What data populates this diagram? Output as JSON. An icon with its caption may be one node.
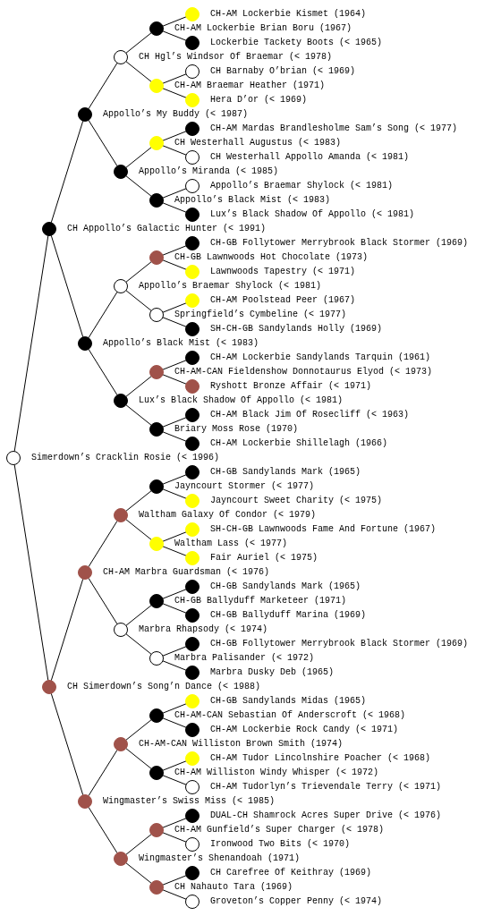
{
  "diagram": {
    "nodes": [
      {
        "text": [
          "CH-AM Lockerbie Kismet (1964)"
        ]
      },
      {
        "text": [
          "CH-AM Lockerbie Brian Boru (1967)"
        ]
      },
      {
        "text": [
          "Lockerbie Tackety Boots (< 1965)"
        ]
      },
      {
        "text": [
          "CH Hgl’s Windsor Of Braemar (< 1978)"
        ]
      },
      {
        "text": [
          "CH Barnaby O’brian (< 1969)"
        ]
      },
      {
        "text": [
          "CH-AM Braemar Heather (1971)"
        ]
      },
      {
        "text": [
          "Hera D’or (< 1969)"
        ]
      },
      {
        "text": [
          "Appollo’s My Buddy (< 1987)"
        ]
      },
      {
        "text": [
          "CH-AM Mardas Brandlesholme Sam’s Song (< 1977)"
        ]
      },
      {
        "text": [
          "CH Westerhall Augustus (< 1983)"
        ]
      },
      {
        "text": [
          "CH Westerhall Appollo Amanda (< 1981)"
        ]
      },
      {
        "text": [
          "Appollo’s Miranda (< 1985)"
        ]
      },
      {
        "text": [
          "Appollo’s Braemar Shylock (< 1981)"
        ]
      },
      {
        "text": [
          "Appollo’s Black Mist (< 1983)"
        ]
      },
      {
        "text": [
          "Lux’s Black Shadow Of Appollo (< 1981)"
        ]
      },
      {
        "text": [
          "CH Appollo’s Galactic Hunter (< 1991)"
        ]
      },
      {
        "text": [
          "CH-GB Follytower Merrybrook Black Stormer (1969)"
        ]
      },
      {
        "text": [
          "CH-GB Lawnwoods Hot Chocolate (1973)"
        ]
      },
      {
        "text": [
          "Lawnwoods Tapestry (< 1971)"
        ]
      },
      {
        "text": [
          "Appollo’s Braemar Shylock (< 1981)"
        ]
      },
      {
        "text": [
          "CH-AM Poolstead Peer (1967)"
        ]
      },
      {
        "text": [
          "Springfield’s Cymbeline (< 1977)"
        ]
      },
      {
        "text": [
          "SH-CH-GB Sandylands Holly (1969)"
        ]
      },
      {
        "text": [
          "Appollo’s Black Mist (< 1983)"
        ]
      },
      {
        "text": [
          "CH-AM Lockerbie Sandylands Tarquin (1961)"
        ]
      },
      {
        "text": [
          "CH-AM-CAN Fieldenshow Donnotaurus Elyod (< 1973)"
        ]
      },
      {
        "text": [
          "Ryshott Bronze Affair (< 1971)"
        ]
      },
      {
        "text": [
          "Lux’s Black Shadow Of Appollo (< 1981)"
        ]
      },
      {
        "text": [
          "CH-AM Black Jim Of Rosecliff (< 1963)"
        ]
      },
      {
        "text": [
          "Briary Moss Rose (1970)"
        ]
      },
      {
        "text": [
          "CH-AM Lockerbie Shillelagh (1966)"
        ]
      },
      {
        "text": [
          "Simerdown’s Cracklin Rosie (< 1996)"
        ]
      },
      {
        "text": [
          "CH-GB Sandylands Mark (1965)"
        ]
      },
      {
        "text": [
          "Jayncourt Stormer (< 1977)"
        ]
      },
      {
        "text": [
          "Jayncourt Sweet Charity (< 1975)"
        ]
      },
      {
        "text": [
          "Waltham Galaxy Of Condor (< 1979)"
        ]
      },
      {
        "text": [
          "SH-CH-GB Lawnwoods Fame And Fortune (1967)"
        ]
      },
      {
        "text": [
          "Waltham Lass (< 1977)"
        ]
      },
      {
        "text": [
          "Fair Auriel (< 1975)"
        ]
      },
      {
        "text": [
          "CH-AM Marbra Guardsman (< 1976)"
        ]
      },
      {
        "text": [
          "CH-GB Sandylands Mark (1965)"
        ]
      },
      {
        "text": [
          "CH-GB Ballyduff Marketeer (1971)"
        ]
      },
      {
        "text": [
          "CH-GB Ballyduff Marina (1969)"
        ]
      },
      {
        "text": [
          "Marbra Rhapsody (< 1974)"
        ]
      },
      {
        "text": [
          "CH-GB Follytower Merrybrook Black Stormer (1969)"
        ]
      },
      {
        "text": [
          "Marbra Palisander (< 1972)"
        ]
      },
      {
        "text": [
          "Marbra Dusky Deb (1965)"
        ]
      },
      {
        "text": [
          "CH Simerdown’s Song’n Dance (< 1988)"
        ]
      },
      {
        "text": [
          "CH-GB Sandylands Midas (1965)"
        ]
      },
      {
        "text": [
          "CH-AM-CAN Sebastian Of Anderscroft (< 1968)"
        ]
      },
      {
        "text": [
          "CH-AM Lockerbie Rock Candy (< 1971)"
        ]
      },
      {
        "text": [
          "CH-AM-CAN Williston Brown Smith (1974)"
        ]
      },
      {
        "text": [
          "CH-AM Tudor Lincolnshire Poacher (< 1968)"
        ]
      },
      {
        "text": [
          "CH-AM Williston Windy Whisper (< 1972)"
        ]
      },
      {
        "text": [
          "CH-AM Tudorlyn’s Trievendale Terry (< 1971)"
        ]
      },
      {
        "text": [
          "Wingmaster’s Swiss Miss (< 1985)"
        ]
      },
      {
        "text": [
          "DUAL-CH Shamrock Acres Super Drive (< 1976)"
        ]
      },
      {
        "text": [
          "CH-AM Gunfield’s Super Charger (< 1978)"
        ]
      },
      {
        "text": [
          "Ironwood Two Bits (< 1970)"
        ]
      },
      {
        "text": [
          "Wingmaster’s Shenandoah (1971)"
        ]
      },
      {
        "text": [
          "CH Carefree Of Keithray (1969)"
        ]
      },
      {
        "text": [
          "CH Nahauto Tara (1969)"
        ]
      },
      {
        "text": [
          "Groveton’s Copper Penny (< 1974)"
        ]
      }
    ],
    "edges": [
      {
        "from": 1,
        "to": 0,
        "arrow": "none"
      },
      {
        "from": 3,
        "to": 1,
        "arrow": "none"
      },
      {
        "from": 1,
        "to": 2,
        "arrow": "none"
      },
      {
        "from": 7,
        "to": 3,
        "arrow": "none"
      },
      {
        "from": 5,
        "to": 4,
        "arrow": "none"
      },
      {
        "from": 3,
        "to": 5,
        "arrow": "none"
      },
      {
        "from": 5,
        "to": 6,
        "arrow": "none"
      },
      {
        "from": 15,
        "to": 7,
        "arrow": "none"
      },
      {
        "from": 9,
        "to": 8,
        "arrow": "none"
      },
      {
        "from": 11,
        "to": 9,
        "arrow": "none"
      },
      {
        "from": 9,
        "to": 10,
        "arrow": "none"
      },
      {
        "from": 7,
        "to": 11,
        "arrow": "none"
      },
      {
        "from": 13,
        "to": 12,
        "arrow": "none"
      },
      {
        "from": 11,
        "to": 13,
        "arrow": "none"
      },
      {
        "from": 13,
        "to": 14,
        "arrow": "none"
      },
      {
        "from": 31,
        "to": 15,
        "arrow": "none"
      },
      {
        "from": 17,
        "to": 16,
        "arrow": "none"
      },
      {
        "from": 19,
        "to": 17,
        "arrow": "none"
      },
      {
        "from": 17,
        "to": 18,
        "arrow": "none"
      },
      {
        "from": 23,
        "to": 19,
        "arrow": "none"
      },
      {
        "from": 21,
        "to": 20,
        "arrow": "none"
      },
      {
        "from": 19,
        "to": 21,
        "arrow": "none"
      },
      {
        "from": 21,
        "to": 22,
        "arrow": "none"
      },
      {
        "from": 15,
        "to": 23,
        "arrow": "none"
      },
      {
        "from": 25,
        "to": 24,
        "arrow": "none"
      },
      {
        "from": 27,
        "to": 25,
        "arrow": "none"
      },
      {
        "from": 25,
        "to": 26,
        "arrow": "none"
      },
      {
        "from": 23,
        "to": 27,
        "arrow": "none"
      },
      {
        "from": 29,
        "to": 28,
        "arrow": "none"
      },
      {
        "from": 27,
        "to": 29,
        "arrow": "none"
      },
      {
        "from": 29,
        "to": 30,
        "arrow": "none"
      },
      {
        "from": 33,
        "to": 32,
        "arrow": "none"
      },
      {
        "from": 35,
        "to": 33,
        "arrow": "none"
      },
      {
        "from": 33,
        "to": 34,
        "arrow": "none"
      },
      {
        "from": 39,
        "to": 35,
        "arrow": "none"
      },
      {
        "from": 37,
        "to": 36,
        "arrow": "none"
      },
      {
        "from": 35,
        "to": 37,
        "arrow": "none"
      },
      {
        "from": 37,
        "to": 38,
        "arrow": "none"
      },
      {
        "from": 47,
        "to": 39,
        "arrow": "none"
      },
      {
        "from": 41,
        "to": 40,
        "arrow": "none"
      },
      {
        "from": 43,
        "to": 41,
        "arrow": "none"
      },
      {
        "from": 41,
        "to": 42,
        "arrow": "none"
      },
      {
        "from": 39,
        "to": 43,
        "arrow": "none"
      },
      {
        "from": 45,
        "to": 44,
        "arrow": "none"
      },
      {
        "from": 43,
        "to": 45,
        "arrow": "none"
      },
      {
        "from": 45,
        "to": 46,
        "arrow": "none"
      },
      {
        "from": 31,
        "to": 47,
        "arrow": "none"
      },
      {
        "from": 49,
        "to": 48,
        "arrow": "none"
      },
      {
        "from": 51,
        "to": 49,
        "arrow": "none"
      },
      {
        "from": 49,
        "to": 50,
        "arrow": "none"
      },
      {
        "from": 55,
        "to": 51,
        "arrow": "none"
      },
      {
        "from": 53,
        "to": 52,
        "arrow": "none"
      },
      {
        "from": 51,
        "to": 53,
        "arrow": "none"
      },
      {
        "from": 53,
        "to": 54,
        "arrow": "none"
      },
      {
        "from": 47,
        "to": 55,
        "arrow": "none"
      },
      {
        "from": 57,
        "to": 56,
        "arrow": "none"
      },
      {
        "from": 59,
        "to": 57,
        "arrow": "none"
      },
      {
        "from": 57,
        "to": 58,
        "arrow": "none"
      },
      {
        "from": 55,
        "to": 59,
        "arrow": "none"
      },
      {
        "from": 61,
        "to": 60,
        "arrow": "none"
      },
      {
        "from": 59,
        "to": 61,
        "arrow": "none"
      },
      {
        "from": 61,
        "to": 62,
        "arrow": "none"
      }
    ]
  }
}
